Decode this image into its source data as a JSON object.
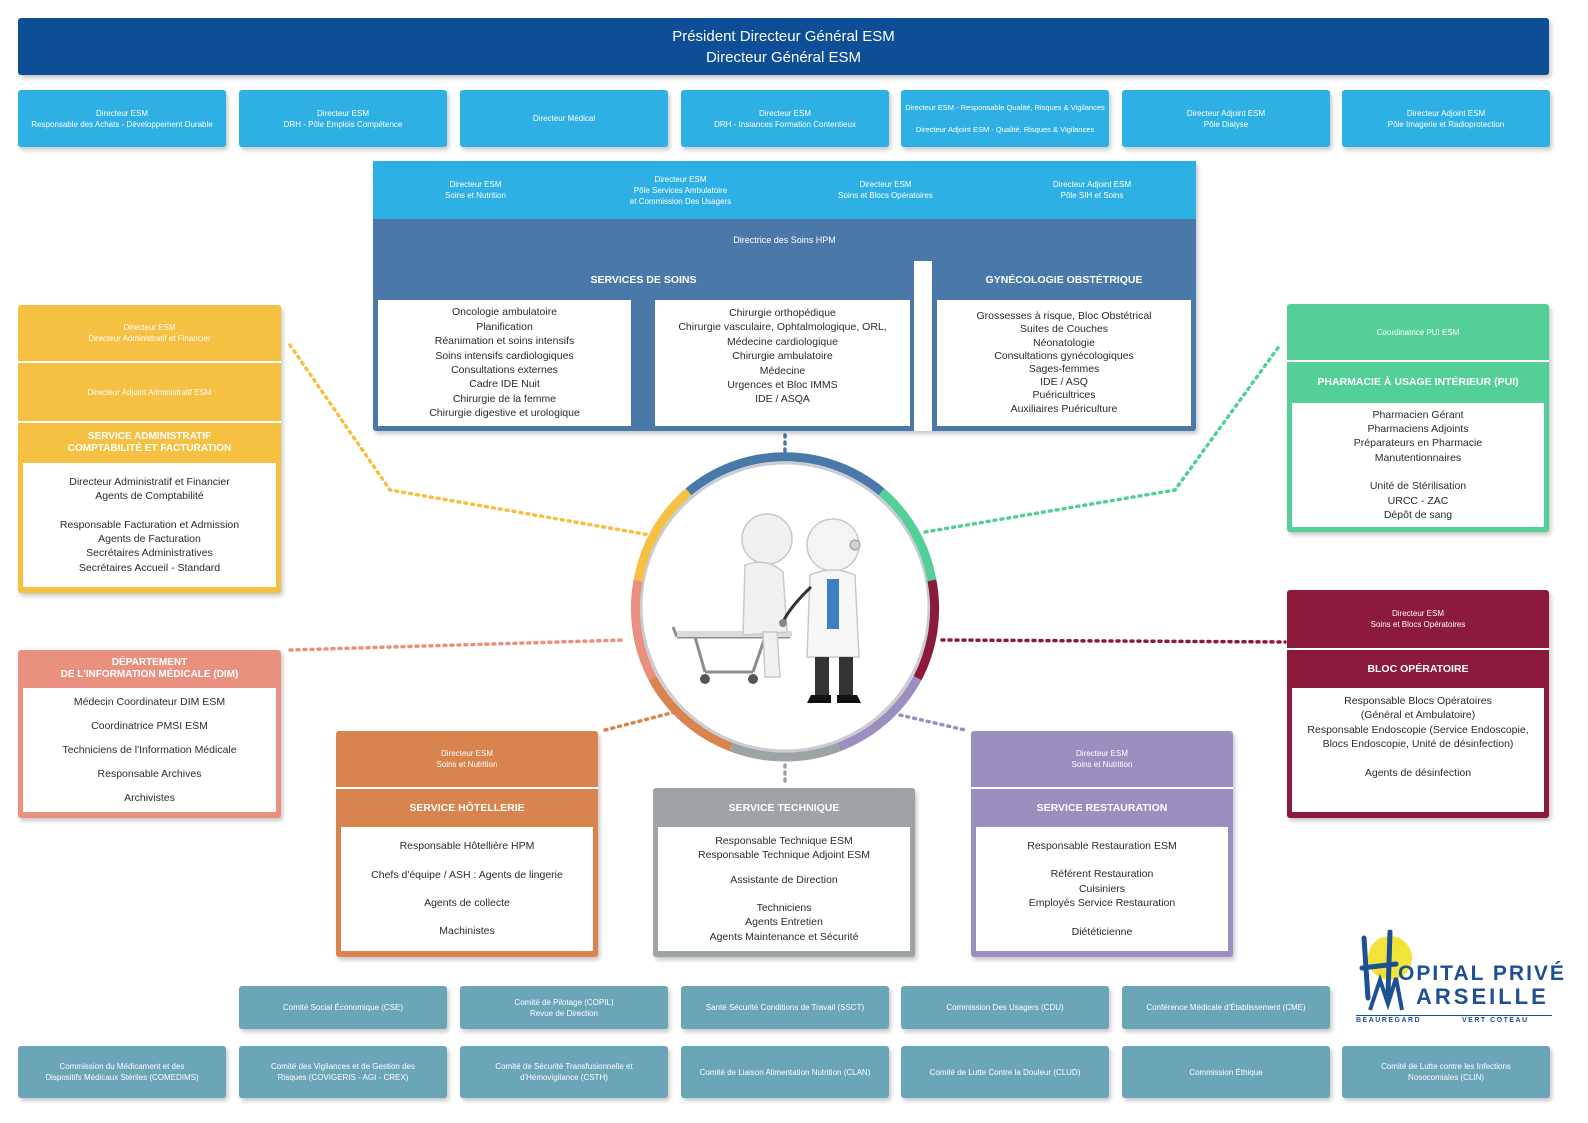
{
  "header": {
    "line1": "Président Directeur Général ESM",
    "line2": "Directeur Général ESM"
  },
  "directors": [
    {
      "lines": [
        "Directeur ESM",
        "Responsable des Achats - Développement Durable"
      ]
    },
    {
      "lines": [
        "Directeur ESM",
        "DRH - Pôle Emplois Compétence"
      ]
    },
    {
      "lines": [
        "Directeur Médical"
      ]
    },
    {
      "lines": [
        "Directeur ESM",
        "DRH - Instances Formation Contentieux"
      ]
    },
    {
      "lines": [
        "Directeur ESM - Responsable Qualité, Risques & Vigilances",
        "",
        "Directeur Adjoint ESM - Qualité, Risques & Vigilances"
      ]
    },
    {
      "lines": [
        "Directeur Adjoint ESM",
        "Pôle Dialyse"
      ]
    },
    {
      "lines": [
        "Directeur Adjoint ESM",
        "Pôle Imagerie et Radioprotection"
      ]
    }
  ],
  "hpm": {
    "sub": [
      {
        "lines": [
          "Directeur ESM",
          "Soins et Nutrition"
        ]
      },
      {
        "lines": [
          "Directeur ESM",
          "Pôle Services Ambulatoire",
          "et Commission Des Usagers"
        ]
      },
      {
        "lines": [
          "Directeur ESM",
          "Soins et Blocs Opératoires"
        ]
      },
      {
        "lines": [
          "Directeur Adjoint ESM",
          "Pôle SIH et Soins"
        ]
      }
    ],
    "band": "Directrice des Soins HPM",
    "services_title": "SERVICES DE SOINS",
    "gyn_title": "GYNÉCOLOGIE OBSTÉTRIQUE",
    "col1": [
      "Oncologie ambulatoire",
      "Planification",
      "Réanimation et soins intensifs",
      "Soins intensifs cardiologiques",
      "Consultations externes",
      "Cadre IDE Nuit",
      "Chirurgie de la femme",
      "Chirurgie digestive et urologique"
    ],
    "col2": [
      "Chirurgie orthopédique",
      "Chirurgie vasculaire, Ophtalmologique, ORL,",
      "Médecine cardiologique",
      "Chirurgie ambulatoire",
      "Médecine",
      "Urgences et Bloc IMMS",
      "IDE / ASQA"
    ],
    "col3": [
      "Grossesses à risque, Bloc Obstétrical",
      "Suites de Couches",
      "Néonatologie",
      "Consultations gynécologiques",
      "Sages-femmes",
      "IDE / ASQ",
      "Puéricultrices",
      "Auxiliaires Puériculture"
    ]
  },
  "admin": {
    "sub1": [
      "Directeur ESM",
      "Directeur Administratif et Financier"
    ],
    "sub2": [
      "Directeur Adjoint Administratif ESM"
    ],
    "title": [
      "SERVICE ADMINISTRATIF",
      "COMPTABILITÉ ET FACTURATION"
    ],
    "body": [
      "Directeur Administratif et Financier",
      "Agents de Comptabilité",
      "",
      "Responsable Facturation et Admission",
      "Agents de Facturation",
      "Secrétaires Administratives",
      "Secrétaires Accueil - Standard"
    ]
  },
  "dim": {
    "title": [
      "DÉPARTEMENT",
      "DE L'INFORMATION MÉDICALE (DIM)"
    ],
    "body": [
      "Médecin Coordinateur DIM ESM",
      "",
      "Coordinatrice PMSI ESM",
      "",
      "Techniciens de l'Information Médicale",
      "",
      "Responsable Archives",
      "",
      "Archivistes"
    ]
  },
  "pui": {
    "sub": [
      "Coordinatrice PUI ESM"
    ],
    "title": [
      "PHARMACIE À USAGE INTÉRIEUR (PUI)"
    ],
    "body": [
      "Pharmacien Gérant",
      "Pharmaciens Adjoints",
      "Préparateurs en Pharmacie",
      "Manutentionnaires",
      "",
      "Unité de Stérilisation",
      "URCC - ZAC",
      "Dépôt de sang"
    ]
  },
  "bloc": {
    "sub": [
      "Directeur ESM",
      "Soins et Blocs Opératoires"
    ],
    "title": [
      "BLOC OPÉRATOIRE"
    ],
    "body": [
      "Responsable Blocs Opératoires",
      "(Général et Ambulatoire)",
      "Responsable Endoscopie (Service Endoscopie,",
      "Blocs Endoscopie, Unité de désinfection)",
      "",
      "Agents de désinfection"
    ]
  },
  "hotel": {
    "sub": [
      "Directeur ESM",
      "Soins et Nutrition"
    ],
    "title": [
      "SERVICE HÔTELLERIE"
    ],
    "body": [
      "Responsable Hôtellière HPM",
      "",
      "Chefs d'équipe / ASH : Agents de lingerie",
      "",
      "Agents de collecte",
      "",
      "Machinistes"
    ]
  },
  "tech": {
    "title": [
      "SERVICE TECHNIQUE"
    ],
    "body": [
      "Responsable Technique ESM",
      "Responsable Technique Adjoint ESM",
      "",
      "Assistante de Direction",
      "",
      "Techniciens",
      "Agents Entretien",
      "Agents Maintenance et Sécurité"
    ]
  },
  "resto": {
    "sub": [
      "Directeur ESM",
      "Soins et Nutrition"
    ],
    "title": [
      "SERVICE RESTAURATION"
    ],
    "body": [
      "Responsable Restauration ESM",
      "",
      "Référent Restauration",
      "Cuisiniers",
      "Employés Service Restauration",
      "",
      "Diététicienne"
    ]
  },
  "committees_row1": [
    {
      "lines": [
        "Comité Social Économique (CSE)"
      ]
    },
    {
      "lines": [
        "Comité de Pilotage (COPIL)",
        "Revue de Direction"
      ]
    },
    {
      "lines": [
        "Santé Sécurité Conditions de Travail (SSCT)"
      ]
    },
    {
      "lines": [
        "Commission Des Usagers (CDU)"
      ]
    },
    {
      "lines": [
        "Conférence Médicale d'Établissement (CME)"
      ]
    }
  ],
  "committees_row2": [
    {
      "lines": [
        "Commission du Médicament et des",
        "Dispositifs Médicaux Stériles (COMEDIMS)"
      ]
    },
    {
      "lines": [
        "Comité des Vigilances et de Gestion des",
        "Risques (COVIGERIS - AGI - CREX)"
      ]
    },
    {
      "lines": [
        "Comité de Sécurité Transfusionnelle et",
        "d'Hémovigilance (CSTH)"
      ]
    },
    {
      "lines": [
        "Comité de Liaison Alimentation Nutrition (CLAN)"
      ]
    },
    {
      "lines": [
        "Comité de Lutte Contre la Douleur (CLUD)"
      ]
    },
    {
      "lines": [
        "Commission Éthique"
      ]
    },
    {
      "lines": [
        "Comité de Lutte contre les Infections",
        "Nosocomiales (CLIN)"
      ]
    }
  ],
  "logo": {
    "line1": "OPITAL PRIVÉ",
    "line2": "ARSEILLE",
    "line3": "BEAUREGARD",
    "line4": "VERT COTEAU"
  },
  "colors": {
    "navy": "#0e4e96",
    "sky": "#2fb0e4",
    "steel": "#4a79a9",
    "yellow": "#f6c143",
    "salmon": "#e9907e",
    "green": "#55cf98",
    "burgundy": "#8b1a3b",
    "orange": "#d9844f",
    "grey": "#9ea3a6",
    "lavender": "#9c8fbf",
    "teal": "#6aa5b8"
  }
}
